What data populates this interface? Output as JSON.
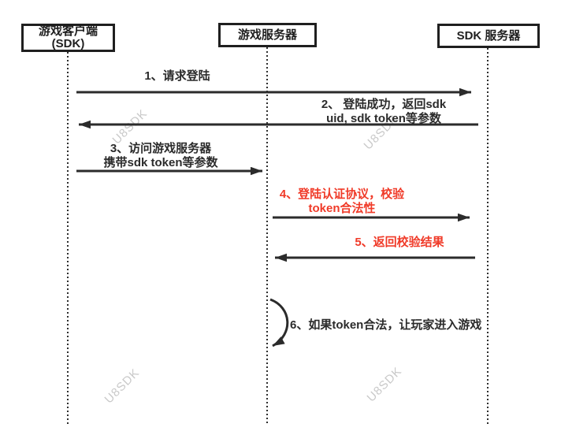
{
  "diagram": {
    "type": "sequence-diagram",
    "topic": "SDK login authentication flow"
  },
  "actors": [
    {
      "id": "game-client",
      "lines": [
        "游戏客户端",
        "(SDK)"
      ]
    },
    {
      "id": "game-server",
      "label": "游戏服务器"
    },
    {
      "id": "sdk-server",
      "label": "SDK 服务器"
    }
  ],
  "messages": [
    {
      "num": "1",
      "from": "game-client",
      "to": "sdk-server",
      "color": "black",
      "lines": [
        "1、请求登陆"
      ]
    },
    {
      "num": "2",
      "from": "sdk-server",
      "to": "game-client",
      "color": "black",
      "lines": [
        "2、 登陆成功，返回sdk",
        "uid, sdk token等参数"
      ]
    },
    {
      "num": "3",
      "from": "game-client",
      "to": "game-server",
      "color": "black",
      "lines": [
        "3、访问游戏服务器",
        "携带sdk token等参数"
      ]
    },
    {
      "num": "4",
      "from": "game-server",
      "to": "sdk-server",
      "color": "red",
      "lines": [
        "4、登陆认证协议，校验",
        "token合法性"
      ]
    },
    {
      "num": "5",
      "from": "sdk-server",
      "to": "game-server",
      "color": "red",
      "lines": [
        "5、返回校验结果"
      ]
    },
    {
      "num": "6",
      "from": "game-server",
      "to": "game-server",
      "color": "black",
      "lines": [
        "6、如果token合法，让玩家进入游戏"
      ]
    }
  ],
  "watermark": {
    "text": "U8SDK",
    "color": "#c9c9c9"
  },
  "colors": {
    "line": "#2b2b2b",
    "box_border": "#1f1f1f",
    "red_text": "#f03a28",
    "background": "#ffffff"
  }
}
